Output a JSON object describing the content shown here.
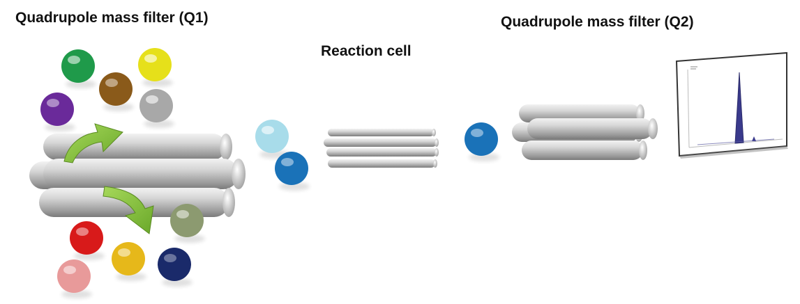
{
  "labels": {
    "q1": "Quadrupole mass filter (Q1)",
    "reaction_cell": "Reaction cell",
    "q2": "Quadrupole mass filter (Q2)"
  },
  "colors": {
    "rod": "#c4c4c4",
    "arrow": "#8cc63f",
    "peak": "#3a3a8c",
    "ion_green": "#1f9a4a",
    "ion_yellow": "#e6e01a",
    "ion_brown": "#8a5a1a",
    "ion_purple": "#6a2a9a",
    "ion_silver": "#a8a8a8",
    "ion_lightblue": "#a8dcea",
    "ion_blue": "#1a72b8",
    "ion_olive": "#8c9a70",
    "ion_red": "#d81a1a",
    "ion_gold": "#e6b81a",
    "ion_navy": "#1a2a6a",
    "ion_pink": "#e89a9a"
  },
  "icons": {
    "ions": "sphere-icon",
    "arrows": "curved-arrow-icon",
    "detector": "spectrum-screen-icon"
  }
}
